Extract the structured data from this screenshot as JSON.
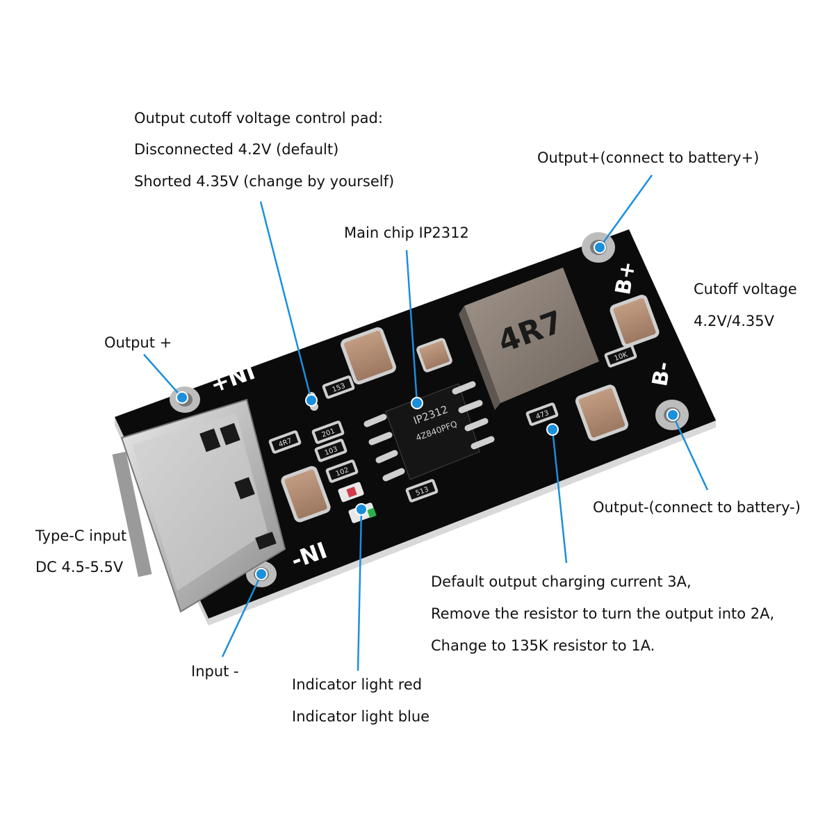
{
  "callouts": {
    "cutoff_pad": {
      "line1": "Output cutoff voltage control pad:",
      "line2": "Disconnected 4.2V (default)",
      "line3": "Shorted 4.35V (change by yourself)"
    },
    "output_plus_battery": "Output+(connect to battery+)",
    "main_chip": "Main chip IP2312",
    "cutoff_voltage": {
      "line1": "Cutoff voltage",
      "line2": "4.2V/4.35V"
    },
    "output_plus": "Output +",
    "typec_input": {
      "line1": "Type-C input",
      "line2": "DC 4.5-5.5V"
    },
    "output_minus_battery": "Output-(connect to battery-)",
    "charging_current": {
      "line1": "Default output charging current 3A,",
      "line2": "Remove the resistor to turn the output into 2A,",
      "line3": "Change to 135K resistor to 1A."
    },
    "input_minus": "Input -",
    "indicator": {
      "line1": "Indicator light red",
      "line2": "Indicator light blue"
    }
  },
  "board": {
    "silkscreen": {
      "in_plus": "+NI",
      "in_minus": "-NI",
      "b_plus": "B+",
      "b_minus": "B-"
    },
    "inductor_marking": "4R7",
    "chip_marking_1": "IP2312",
    "chip_marking_2": "4Z840PFQ",
    "resistor_codes": [
      "153",
      "201",
      "103",
      "102",
      "513",
      "473",
      "4R7",
      "10K"
    ]
  },
  "colors": {
    "pcb": "#0b0b0b",
    "callout_dot": "#1a8fdc",
    "callout_line": "#1a8fdc",
    "capacitor": "#b08a70",
    "inductor": "#8a7d73"
  }
}
